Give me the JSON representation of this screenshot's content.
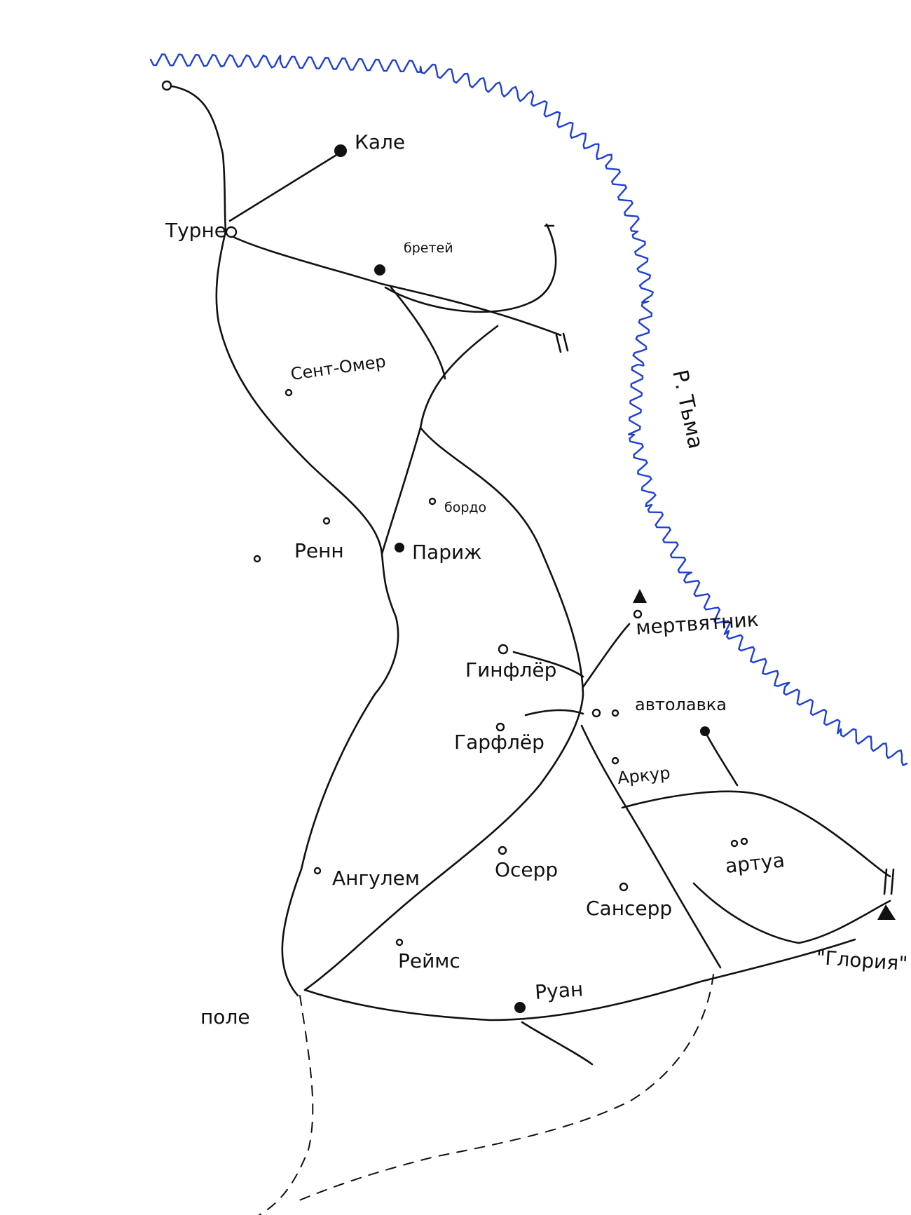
{
  "river": {
    "label": "Р. Тьма",
    "color": "#1f3fd6"
  },
  "places": {
    "kale": "Кале",
    "turne": "Турне",
    "bretey": "бретей",
    "sent_omer": "Сент-Омер",
    "bordo": "бордо",
    "renn": "Ренн",
    "parizh": "Париж",
    "mertvyatnik": "мертвятник",
    "ginfler": "Гинфлёр",
    "avtolavka": "автолавка",
    "garfler": "Гарфлёр",
    "arkur": "Аркур",
    "artua": "артуа",
    "angulem": "Ангулем",
    "oserr": "Осерр",
    "manserr": "Сансерр",
    "reyms": "Реймс",
    "ruan": "Руан",
    "gloriya": "\"Глория\"",
    "pole": "поле"
  }
}
